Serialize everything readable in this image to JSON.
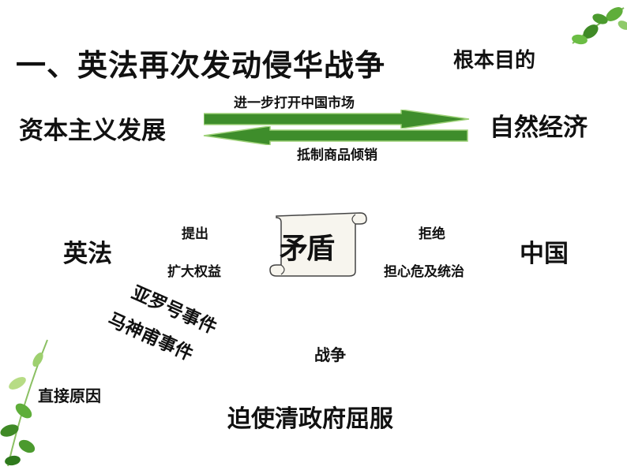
{
  "title": "一、英法再次发动侵华战争",
  "subtitle": "根本目的",
  "top_row": {
    "left": "资本主义发展",
    "right": "自然经济",
    "arrow_right_label": "进一步打开中国市场",
    "arrow_left_label": "抵制商品倾销"
  },
  "middle": {
    "left_party": "英法",
    "right_party": "中国",
    "left_upper": "提出",
    "left_lower": "扩大权益",
    "right_upper": "拒绝",
    "right_lower": "担心危及统治",
    "center_scroll": "矛盾"
  },
  "incidents": [
    "亚罗号事件",
    "马神甫事件"
  ],
  "bottom": {
    "war": "战争",
    "direct_cause": "直接原因",
    "result": "迫使清政府屈服"
  },
  "colors": {
    "arrow_fill": "#3e8d2b",
    "arrow_light": "#8fca6a",
    "leaf": "#5fae3a"
  }
}
